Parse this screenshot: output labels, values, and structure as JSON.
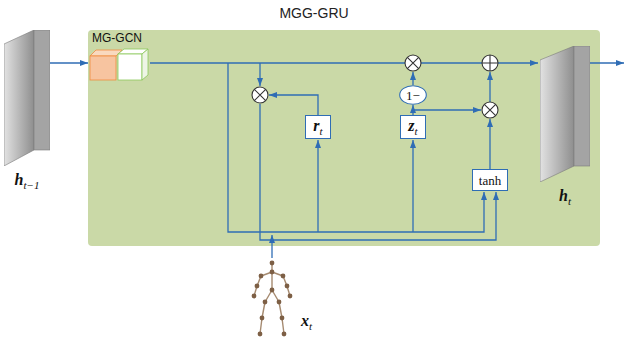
{
  "diagram": {
    "title": "MGG-GRU",
    "nodes": [
      {
        "text": [
          "h",
          "t−1"
        ]
      },
      {
        "text": [
          "MG-GCN"
        ]
      },
      {
        "text": [
          "r",
          "t"
        ]
      },
      {
        "text": [
          "z",
          "t"
        ]
      },
      {
        "text": [
          "1−"
        ]
      },
      {
        "text": [
          "tanh"
        ]
      },
      {
        "text": [
          "h",
          "t"
        ]
      },
      {
        "text": [
          "x",
          "t"
        ]
      }
    ],
    "edges": [
      {
        "from": 0,
        "to": 1,
        "arrow": "to"
      },
      {
        "from": 3,
        "to": 4,
        "arrow": "to"
      }
    ]
  }
}
